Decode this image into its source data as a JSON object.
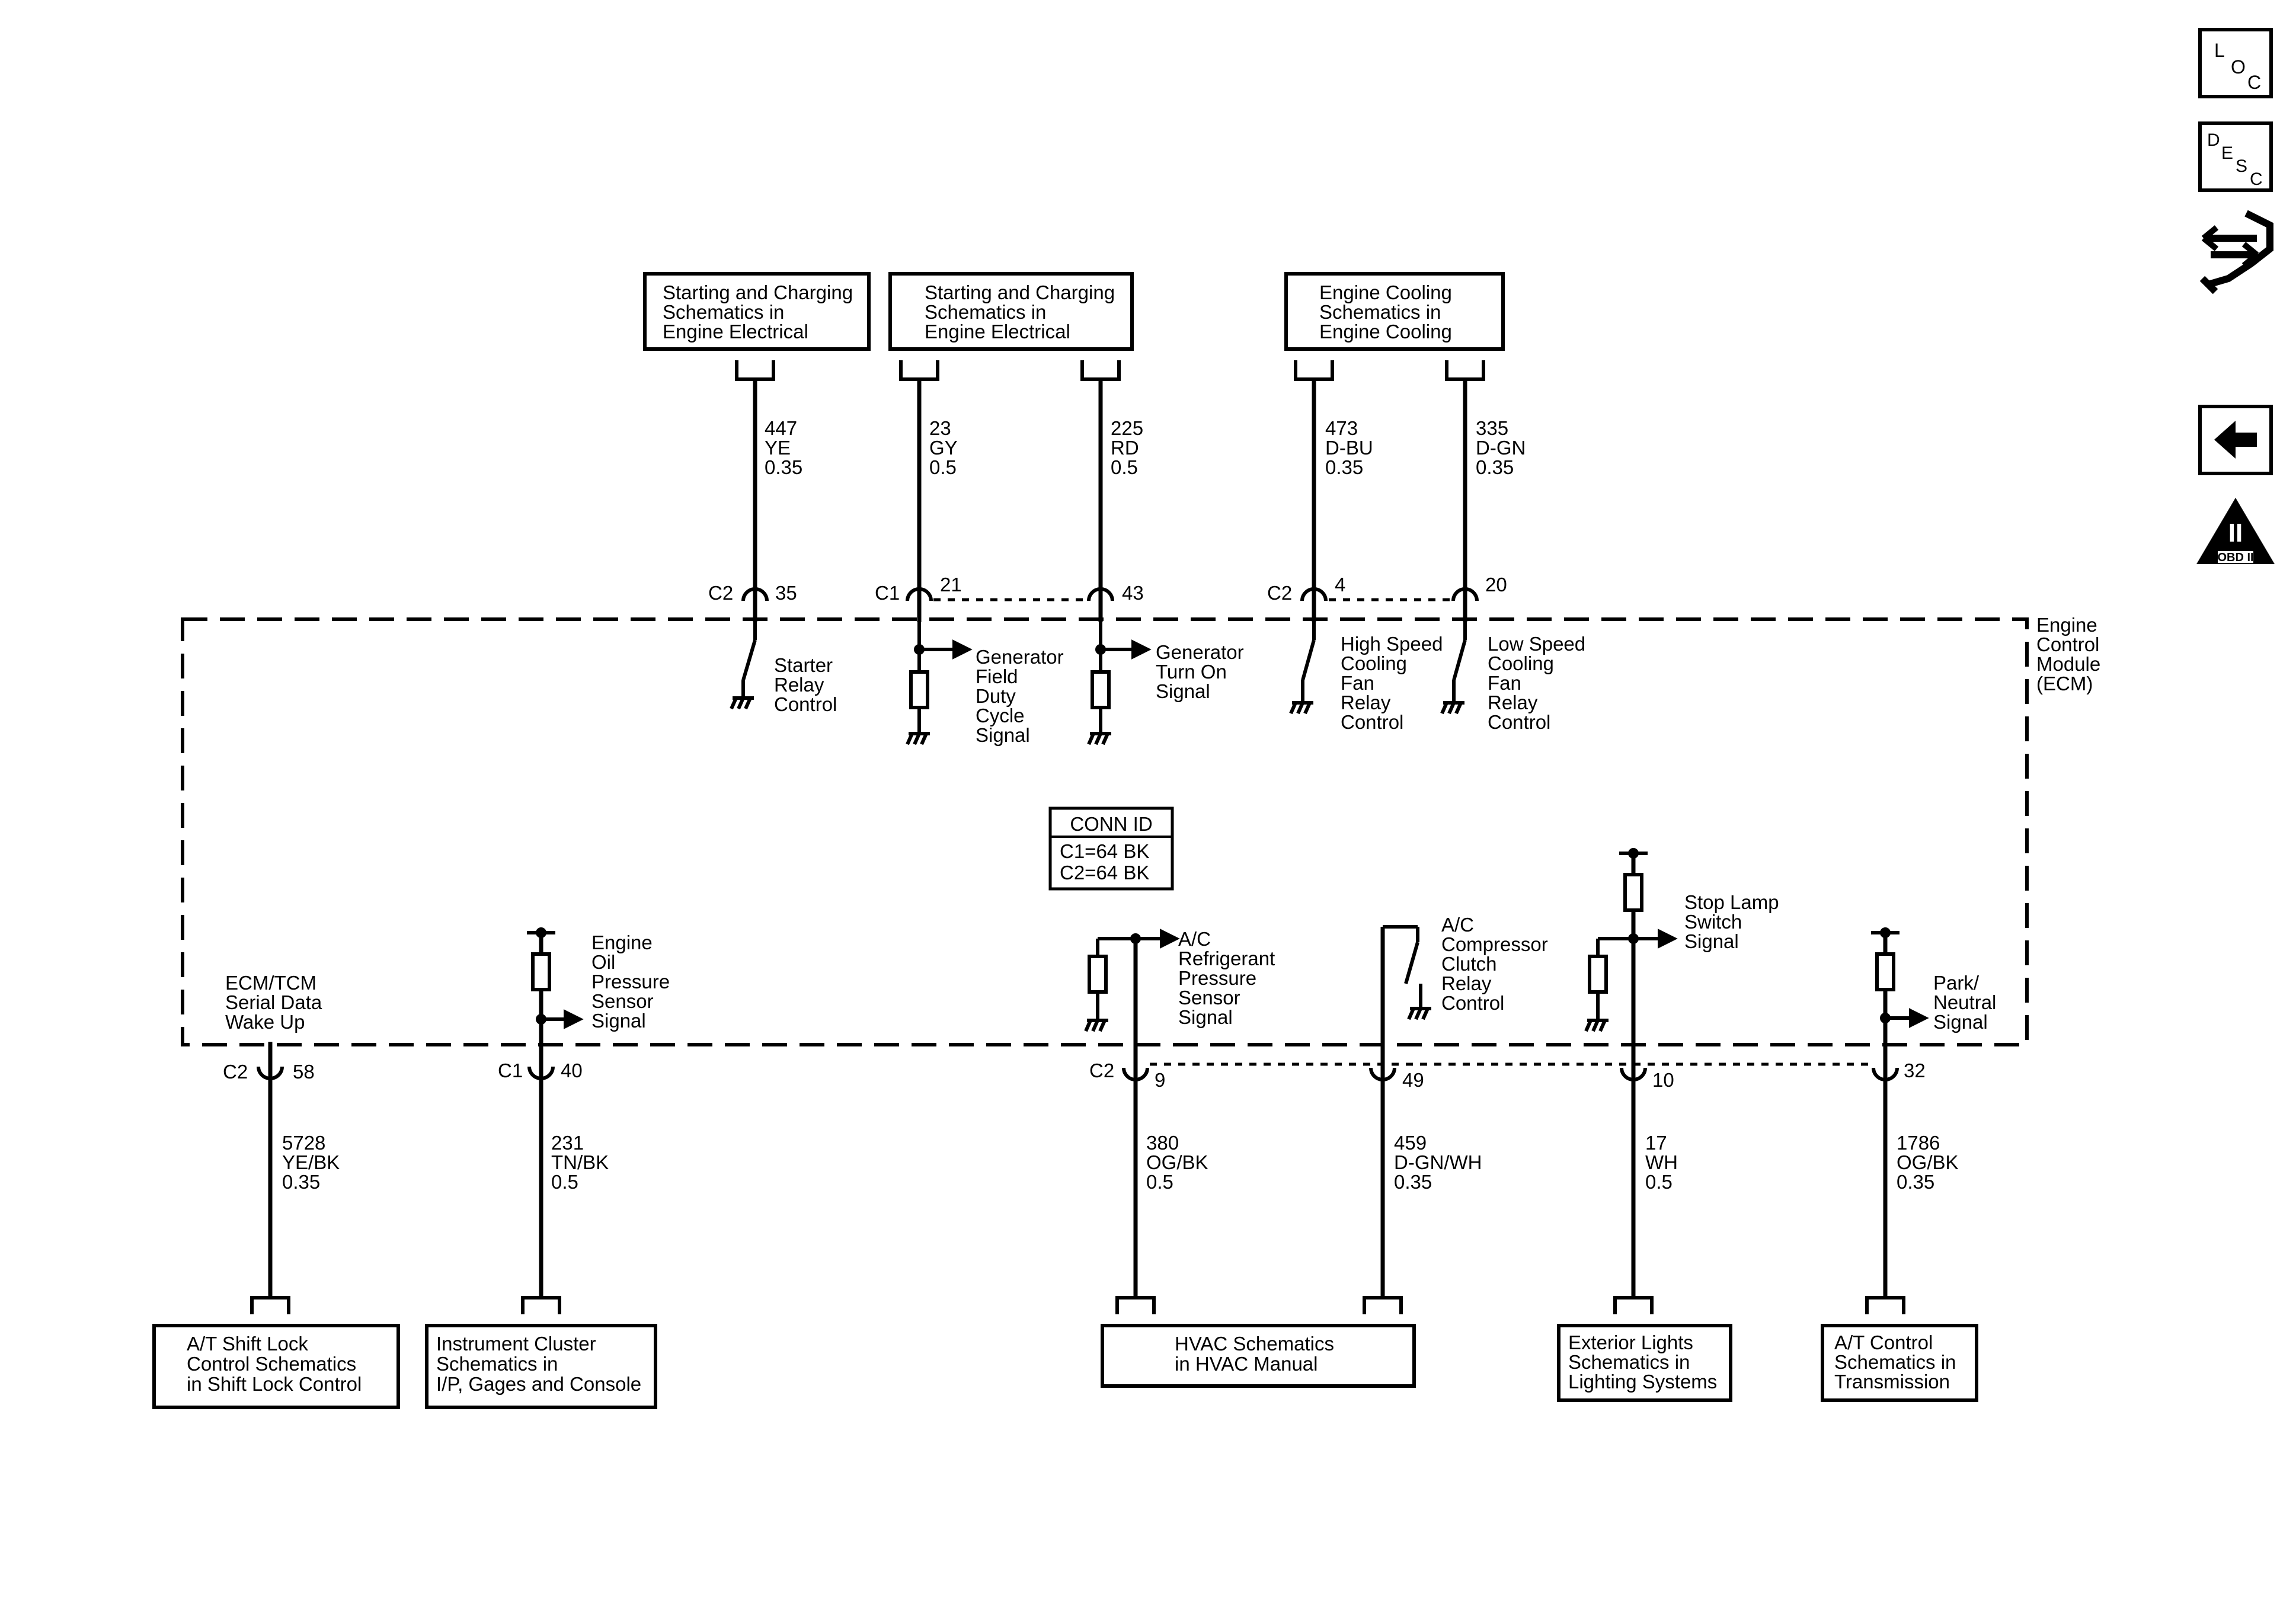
{
  "module": {
    "label": [
      "Engine",
      "Control",
      "Module",
      "(ECM)"
    ]
  },
  "conn_id": {
    "title": "CONN ID",
    "lines": [
      "C1=64 BK",
      "C2=64 BK"
    ]
  },
  "nav": {
    "loc": [
      "L",
      "O",
      "C"
    ],
    "desc": [
      "D",
      "E",
      "S",
      "C"
    ],
    "obd": {
      "big": "II",
      "small": "OBD II"
    }
  },
  "top_boxes": [
    {
      "id": "sc1",
      "lines": [
        "Starting and Charging",
        "Schematics in",
        "Engine Electrical"
      ]
    },
    {
      "id": "sc2",
      "lines": [
        "Starting and Charging",
        "Schematics in",
        "Engine Electrical"
      ]
    },
    {
      "id": "ec",
      "lines": [
        "Engine Cooling",
        "Schematics in",
        "Engine Cooling"
      ]
    }
  ],
  "bottom_boxes": [
    {
      "id": "at",
      "lines": [
        "A/T Shift Lock",
        "Control Schematics",
        "in Shift Lock Control"
      ]
    },
    {
      "id": "ic",
      "lines": [
        "Instrument Cluster",
        "Schematics in",
        "I/P, Gages and Console"
      ]
    },
    {
      "id": "hvac",
      "lines": [
        "HVAC Schematics",
        "in HVAC Manual"
      ]
    },
    {
      "id": "ext",
      "lines": [
        "Exterior Lights",
        "Schematics in",
        "Lighting Systems"
      ]
    },
    {
      "id": "atc",
      "lines": [
        "A/T Control",
        "Schematics in",
        "Transmission"
      ]
    }
  ],
  "top_circuits": [
    {
      "connector": "C2",
      "pin": "35",
      "circuit": "447",
      "color": "YE",
      "gauge": "0.35",
      "signal": [
        "Starter",
        "Relay",
        "Control"
      ]
    },
    {
      "connector": "C1",
      "pin": "21",
      "circuit": "23",
      "color": "GY",
      "gauge": "0.5",
      "signal": [
        "Generator",
        "Field",
        "Duty",
        "Cycle",
        "Signal"
      ]
    },
    {
      "connector": "",
      "pin": "43",
      "circuit": "225",
      "color": "RD",
      "gauge": "0.5",
      "signal": [
        "Generator",
        "Turn On",
        "Signal"
      ]
    },
    {
      "connector": "C2",
      "pin": "4",
      "circuit": "473",
      "color": "D-BU",
      "gauge": "0.35",
      "signal": [
        "High Speed",
        "Cooling",
        "Fan",
        "Relay",
        "Control"
      ]
    },
    {
      "connector": "",
      "pin": "20",
      "circuit": "335",
      "color": "D-GN",
      "gauge": "0.35",
      "signal": [
        "Low Speed",
        "Cooling",
        "Fan",
        "Relay",
        "Control"
      ]
    }
  ],
  "bottom_circuits": [
    {
      "connector": "C2",
      "pin": "58",
      "circuit": "5728",
      "color": "YE/BK",
      "gauge": "0.35",
      "signal": [
        "ECM/TCM",
        "Serial Data",
        "Wake Up"
      ]
    },
    {
      "connector": "C1",
      "pin": "40",
      "circuit": "231",
      "color": "TN/BK",
      "gauge": "0.5",
      "signal": [
        "Engine",
        "Oil",
        "Pressure",
        "Sensor",
        "Signal"
      ]
    },
    {
      "connector": "C2",
      "pin": "9",
      "circuit": "380",
      "color": "OG/BK",
      "gauge": "0.5",
      "signal": [
        "A/C",
        "Refrigerant",
        "Pressure",
        "Sensor",
        "Signal"
      ]
    },
    {
      "connector": "",
      "pin": "49",
      "circuit": "459",
      "color": "D-GN/WH",
      "gauge": "0.35",
      "signal": [
        "A/C",
        "Compressor",
        "Clutch",
        "Relay",
        "Control"
      ]
    },
    {
      "connector": "",
      "pin": "10",
      "circuit": "17",
      "color": "WH",
      "gauge": "0.5",
      "signal": [
        "Stop Lamp",
        "Switch",
        "Signal"
      ]
    },
    {
      "connector": "",
      "pin": "32",
      "circuit": "1786",
      "color": "OG/BK",
      "gauge": "0.35",
      "signal": [
        "Park/",
        "Neutral",
        "Signal"
      ]
    }
  ]
}
